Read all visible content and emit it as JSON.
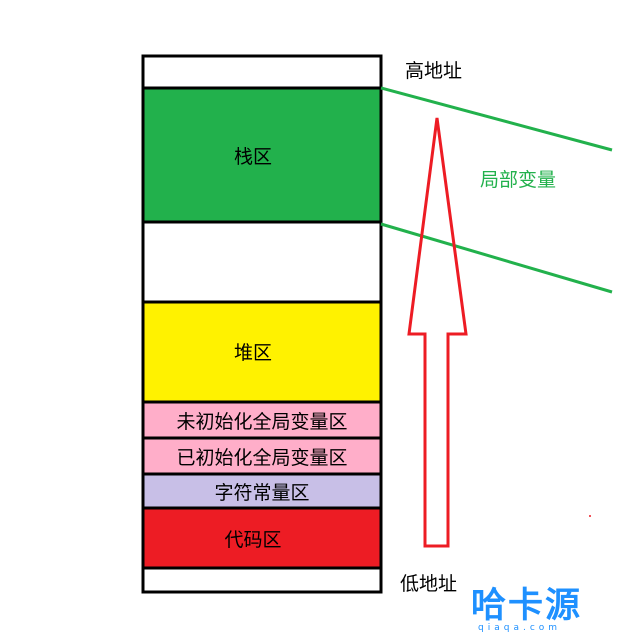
{
  "memory_layout": {
    "high_address_label": "高地址",
    "low_address_label": "低地址",
    "local_variables_label": "局部变量",
    "segments": [
      {
        "key": "top_blank",
        "label": "",
        "color": "#ffffff"
      },
      {
        "key": "stack",
        "label": "栈区",
        "color": "#22b14c"
      },
      {
        "key": "gap",
        "label": "",
        "color": "#ffffff"
      },
      {
        "key": "heap",
        "label": "堆区",
        "color": "#fff200"
      },
      {
        "key": "bss",
        "label": "未初始化全局变量区",
        "color": "#ffaec9"
      },
      {
        "key": "data",
        "label": "已初始化全局变量区",
        "color": "#ffaec9"
      },
      {
        "key": "rodata",
        "label": "字符常量区",
        "color": "#c8bfe7"
      },
      {
        "key": "code",
        "label": "代码区",
        "color": "#ed1c24"
      },
      {
        "key": "bottom_blank",
        "label": "",
        "color": "#ffffff"
      }
    ],
    "colors": {
      "border": "#000000",
      "green_lines": "#22b14c",
      "local_label": "#22b14c",
      "arrow": "#ed1c24"
    }
  },
  "watermark": {
    "text": "哈卡源",
    "subtext": "qiaqa.com",
    "color": "#1e90ff"
  }
}
